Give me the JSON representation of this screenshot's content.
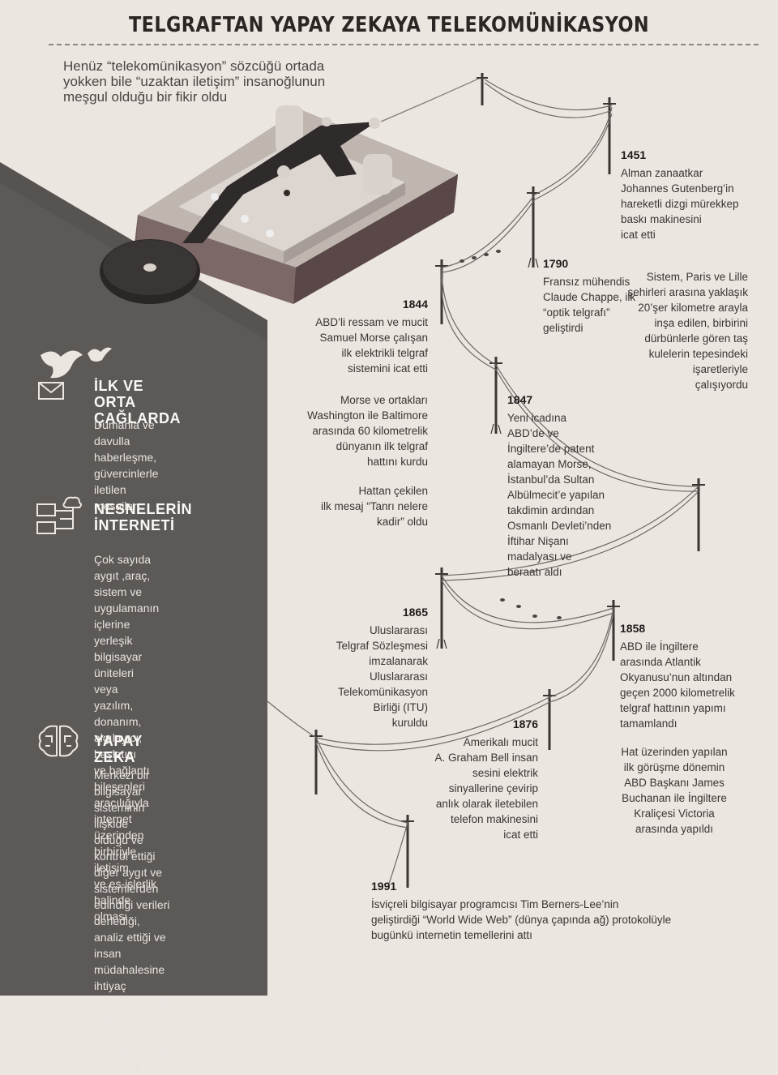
{
  "title": "TELGRAFTAN YAPAY ZEKAYA TELEKOMÜNİKASYON",
  "intro": "Henüz “telekomünikasyon” sözcüğü ortada yokken bile “uzaktan iletişim” insanoğlunun meşgul olduğu bir fikir oldu",
  "sidebar": {
    "sections": [
      {
        "icon": "dove-letter-icon",
        "heading": "İLK VE ORTA\nÇAĞLARDA",
        "text": "Dumanla ve davulla\nhaberleşme, güvercinlerle\niletilen mesajlar"
      },
      {
        "icon": "network-devices-icon",
        "heading": "NESNELERİN\nİNTERNETİ",
        "text": "Çok sayıda aygıt ,araç,\nsistem ve uygulamanın\niçlerine yerleşik bilgisayar\nüniteleri veya yazılım,\ndonanım, algılayıcı, başlatıcı\nve bağlantı bileşenleri\naracılığıyla internet\nüzerinden birbiriyle iletişim\nve eş-işlerlik halinde\nolması"
      },
      {
        "icon": "brain-circuit-icon",
        "heading": "YAPAY ZEKA",
        "text": "Merkezi bir bilgisayar\nsisteminin ilişkide\nolduğu ve kontrol ettiği\ndiğer aygıt ve sistemlerden\nedindiği verileri derlediği,\nanaliz ettiği ve insan\nmüdahalesine ihtiyaç\nolmadan aldığı otonom\nkararlarla\ndönüştürebildiği\nsistemler"
      }
    ]
  },
  "events": {
    "e1451": {
      "year": "1451",
      "text": "Alman zanaatkar\nJohannes Gutenberg’in\nhareketli dizgi mürekkep\nbaskı makinesini\nicat etti"
    },
    "e1790": {
      "year": "1790",
      "text": "Fransız mühendis\nClaude Chappe, ilk\n“optik telgrafı”\ngeliştirdi"
    },
    "e1790b": {
      "text": "Sistem, Paris ve Lille\nşehirleri arasına yaklaşık\n20’şer kilometre arayla\ninşa edilen, birbirini\ndürbünlerle gören taş\nkulelerin tepesindeki\nişaretleriyle\nçalışıyordu"
    },
    "e1844": {
      "year": "1844",
      "text": "ABD’li ressam ve mucit\nSamuel Morse çalışan\nilk elektrikli telgraf\nsistemini icat etti"
    },
    "e1844b": {
      "text": "Morse ve ortakları\nWashington ile Baltimore\narasında 60 kilometrelik\ndünyanın  ilk telgraf\nhattını kurdu"
    },
    "e1844c": {
      "text": "Hattan çekilen\nilk mesaj “Tanrı nelere\nkadir” oldu"
    },
    "e1847": {
      "year": "1847",
      "text": "Yeni icadına\nABD’de ve\nİngiltere’de patent\nalamayan Morse,\nİstanbul’da Sultan\nAlbülmecit’e yapılan\ntakdimin ardından\nOsmanlı Devleti’nden\nİftihar Nişanı\nmadalyası ve\nberaatı aldı"
    },
    "e1858": {
      "year": "1858",
      "text": "ABD ile İngiltere\narasında Atlantik\nOkyanusu’nun altından\ngeçen 2000 kilometrelik\ntelgraf hattının yapımı\ntamamlandı"
    },
    "e1858b": {
      "text": "Hat üzerinden yapılan\nilk görüşme dönemin\nABD Başkanı James\nBuchanan ile İngiltere\nKraliçesi Victoria\narasında yapıldı"
    },
    "e1865": {
      "year": "1865",
      "text": "Uluslararası\nTelgraf Sözleşmesi\nimzalanarak\nUluslararası\nTelekomünikasyon\nBirliği (ITU)\nkuruldu"
    },
    "e1876": {
      "year": "1876",
      "text": "Amerikalı mucit\nA. Graham Bell insan\nsesini elektrik\nsinyallerine çevirip\nanlık olarak iletebilen\ntelefon makinesini\nicat etti"
    },
    "e1991": {
      "year": "1991",
      "text": "İsviçreli bilgisayar programcısı Tim Berners-Lee’nin\ngeliştirdiği “World Wide Web” (dünya çapında ağ) protokolüyle\nbugünkü internetin temellerini attı"
    }
  },
  "colors": {
    "background": "#ece6e1",
    "sidebar": "#5c5957",
    "base_top": "#c9c2bd",
    "base_side": "#6e5a5a",
    "lever": "#2f2b2b"
  }
}
